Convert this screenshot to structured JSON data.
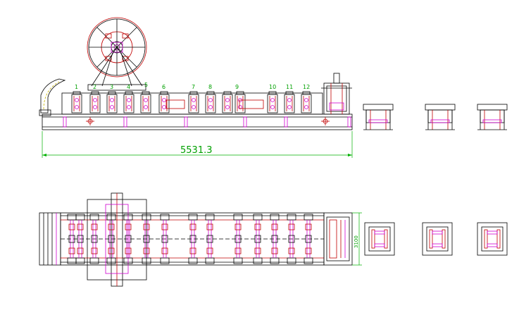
{
  "dimensions": {
    "overall_length": "5531.3",
    "plan_width": "3100"
  },
  "stations": [
    "1",
    "2",
    "3",
    "4",
    "5",
    "6",
    "7",
    "8",
    "9",
    "10",
    "11",
    "12"
  ],
  "colors": {
    "outline": "#000000",
    "rollers": "#c00000",
    "shafts": "#d000d0",
    "dimension": "#00a000",
    "guide": "#c8b400"
  }
}
